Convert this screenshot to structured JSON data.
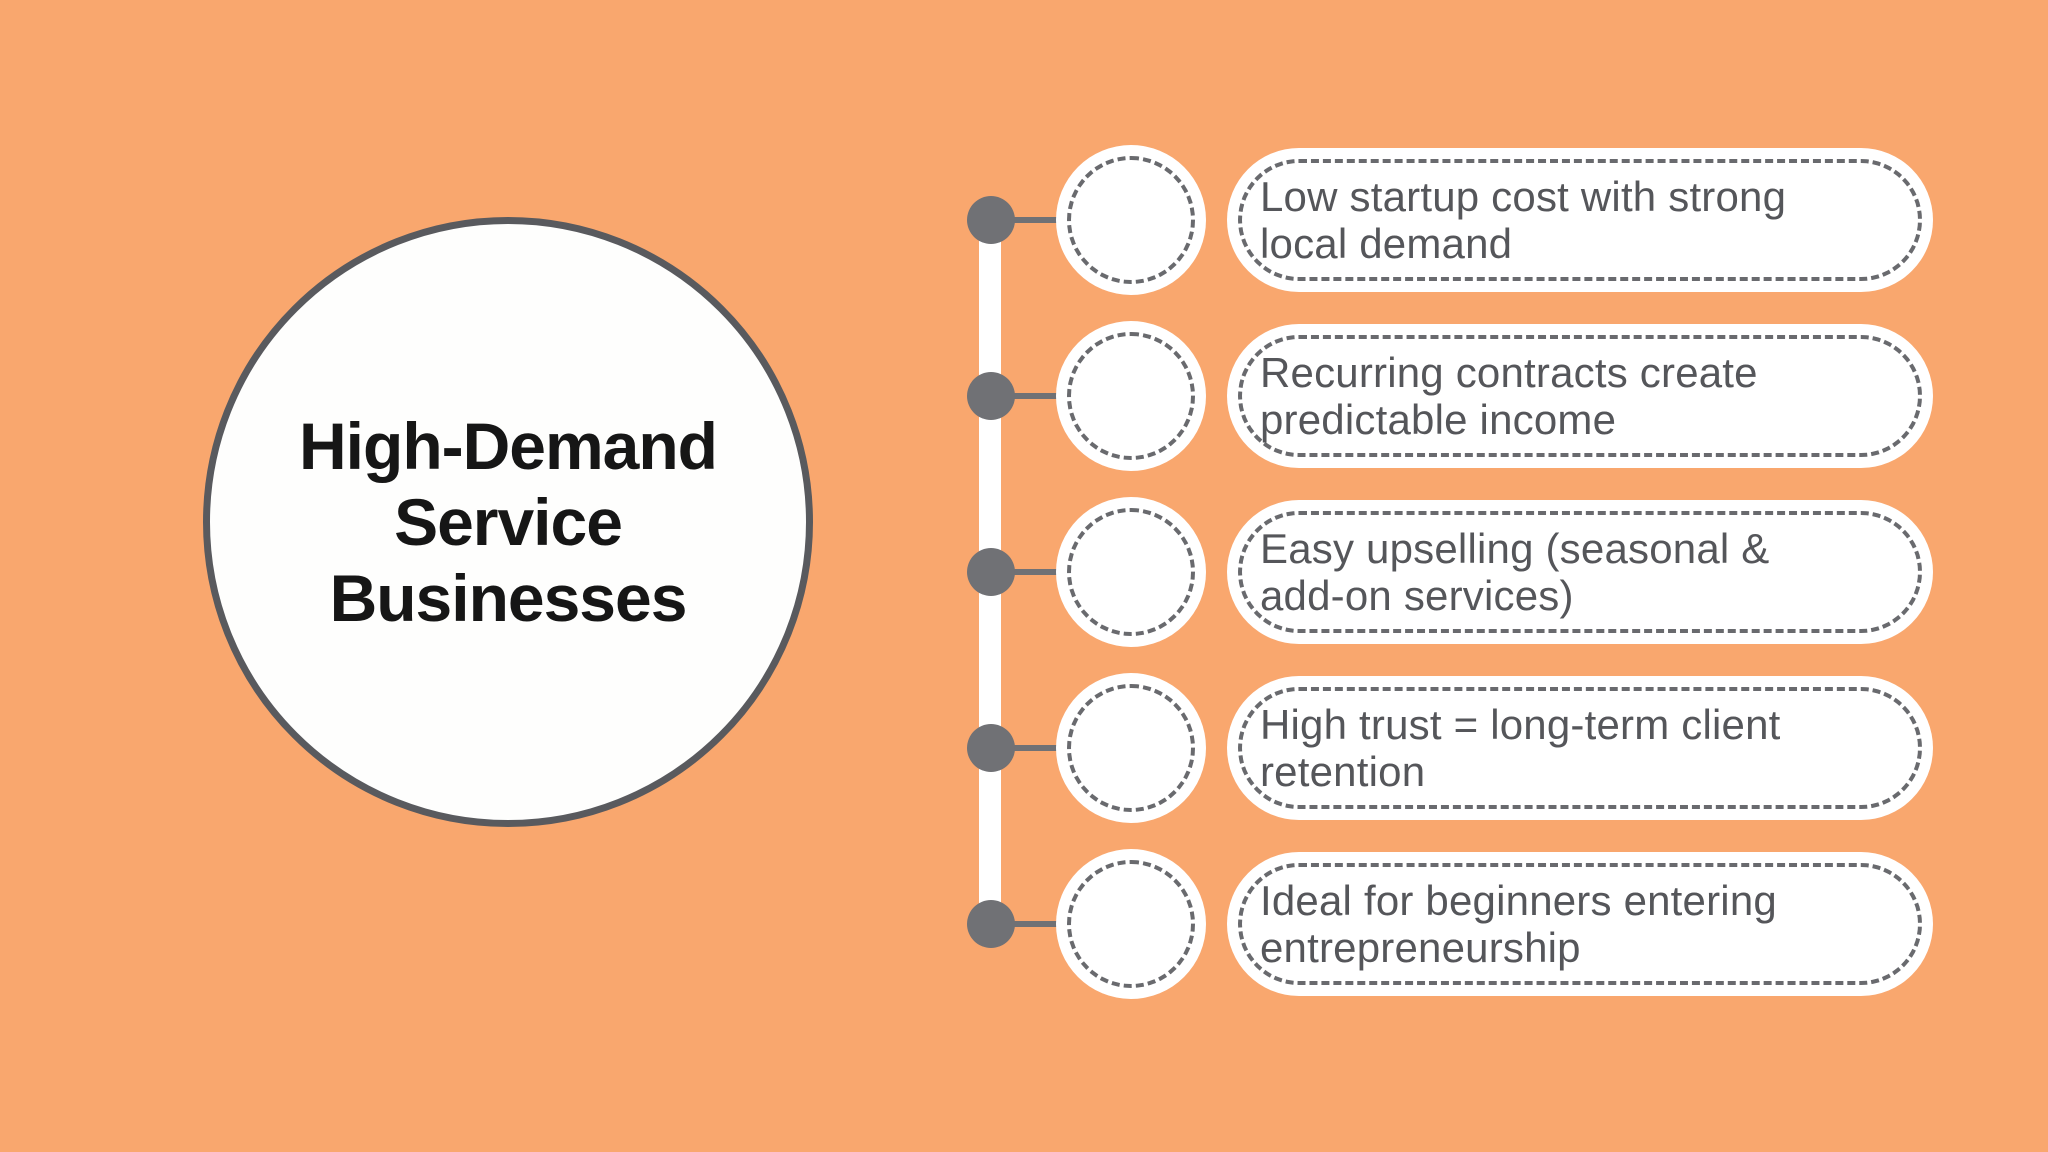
{
  "diagram": {
    "type": "radial-timeline-infographic",
    "title": {
      "text": "High-Demand Service Businesses",
      "lines": [
        "High-Demand",
        "Service",
        "Businesses"
      ]
    },
    "items": [
      {
        "label": "Low startup cost with strong local demand",
        "lines": [
          "Low startup cost with strong",
          "local demand"
        ]
      },
      {
        "label": "Recurring contracts create predictable income",
        "lines": [
          "Recurring contracts create",
          "predictable income"
        ]
      },
      {
        "label": "Easy upselling (seasonal & add-on services)",
        "lines": [
          "Easy upselling (seasonal &",
          "add-on services)"
        ]
      },
      {
        "label": "High trust = long-term client retention",
        "lines": [
          "High trust = long-term client",
          "retention"
        ]
      },
      {
        "label": "Ideal for beginners entering entrepreneurship",
        "lines": [
          "Ideal for beginners entering",
          "entrepreneurship"
        ]
      }
    ],
    "colors": {
      "background": "#F9A76E",
      "shape_fill": "#FFFFFF",
      "circle_outline": "#595A5E",
      "dashed_stroke": "#696A6E",
      "dot_gray": "#707175",
      "body_text": "#55565A",
      "title_text": "#161616"
    }
  }
}
